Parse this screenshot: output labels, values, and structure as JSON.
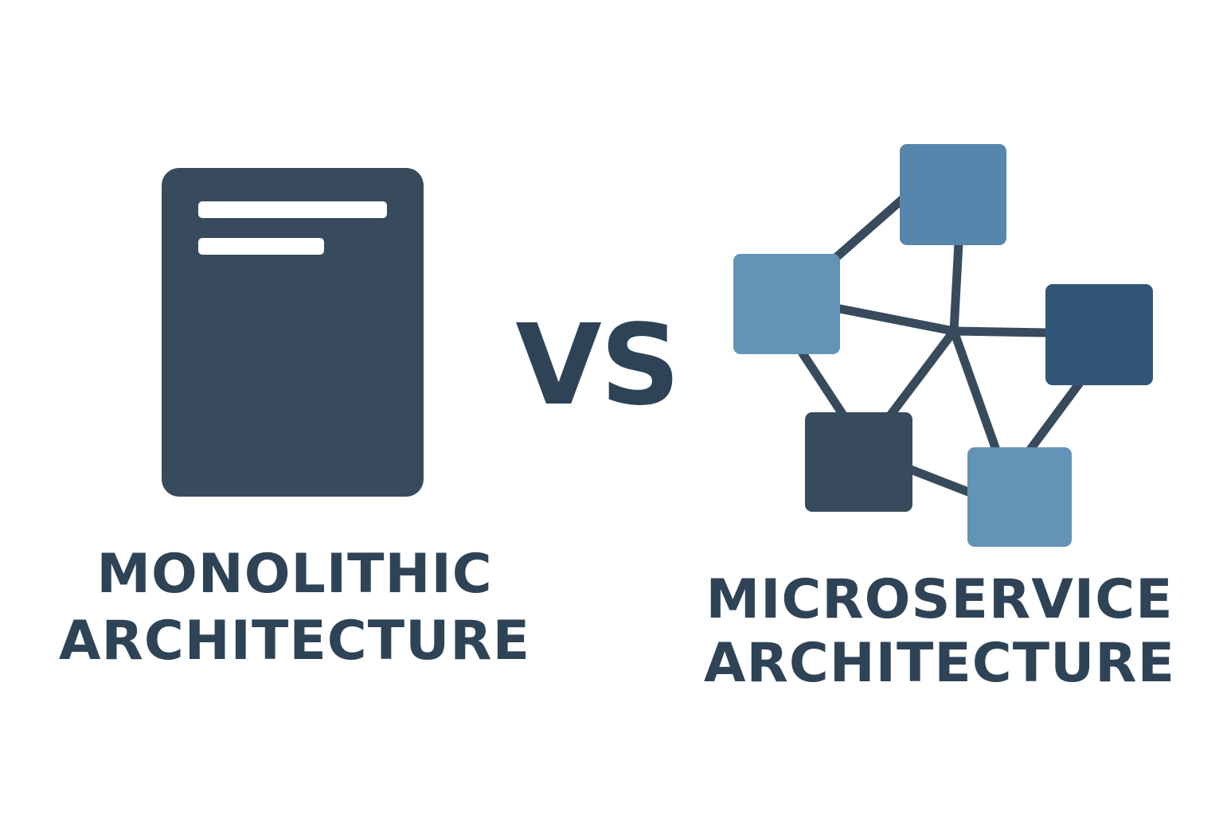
{
  "monolith": {
    "label_line1": "MONOLITHIC",
    "label_line2": "ARCHITECTURE"
  },
  "versus": {
    "label": "VS"
  },
  "microservice": {
    "label_line1": "MICROSERVICE",
    "label_line2": "ARCHITECTURE"
  },
  "colors": {
    "dark_slate": "#384b5c",
    "text": "#2f4357",
    "light_blue": "#6393b6",
    "mid_blue": "#5786ad",
    "deep_blue": "#325677",
    "white": "#ffffff"
  }
}
